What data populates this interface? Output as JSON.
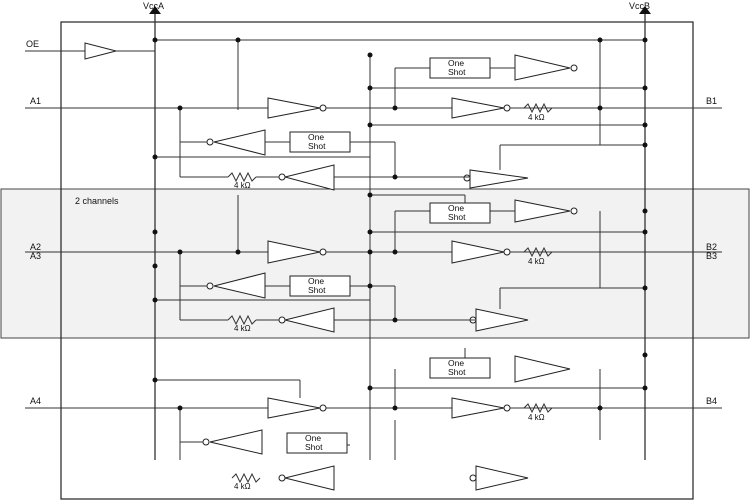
{
  "supply": {
    "vcca": "VccA",
    "vccb": "VccB"
  },
  "pins": {
    "oe": "OE",
    "a1": "A1",
    "b1": "B1",
    "a2": "A2",
    "a3": "A3",
    "b2": "B2",
    "b3": "B3",
    "a4": "A4",
    "b4": "B4"
  },
  "channel_group": "2 channels",
  "one_shot": [
    "One",
    "Shot"
  ],
  "resistor": "4 kΩ",
  "colors": {
    "wire": "#333333",
    "band": "#f2f2f2",
    "text": "#111111"
  }
}
